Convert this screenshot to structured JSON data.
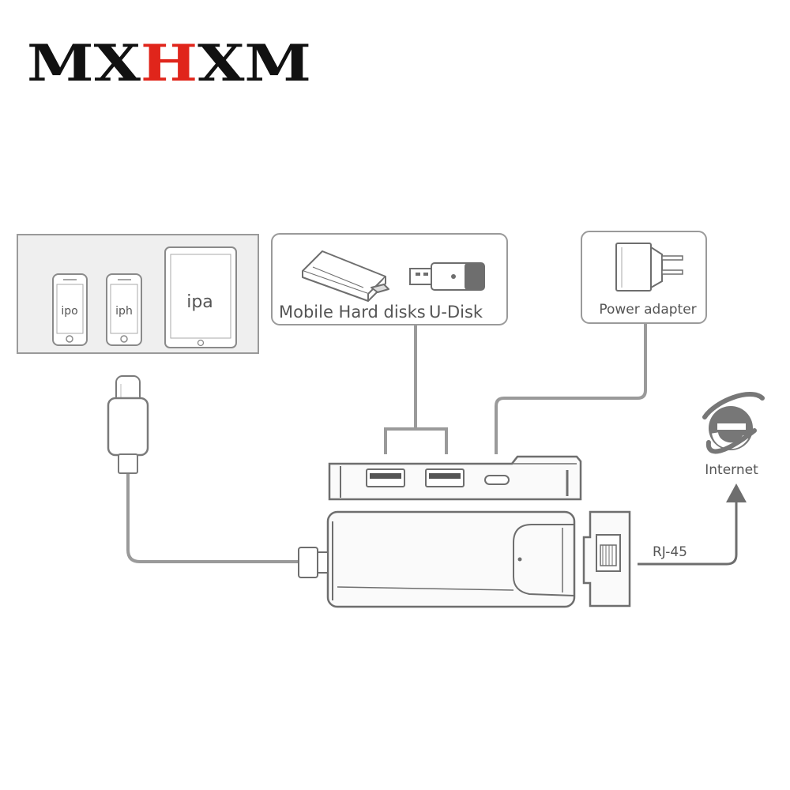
{
  "brand": {
    "logo_text": "MXHXM",
    "logo_color": "#111111",
    "accent_letter_color": "#e0251b"
  },
  "devices": {
    "small_phone_label": "ipo",
    "phone_label": "iph",
    "tablet_label": "ipa"
  },
  "storage": {
    "hard_disk_label": "Mobile Hard disks",
    "u_disk_label": "U-Disk"
  },
  "power": {
    "label": "Power adapter"
  },
  "network": {
    "internet_label": "Internet",
    "cable_label": "RJ-45"
  },
  "colors": {
    "line": "#999999",
    "device_fill": "#fafafa",
    "device_stroke": "#6e6e6e",
    "dark": "#555555",
    "panel_fill": "#efefef"
  }
}
